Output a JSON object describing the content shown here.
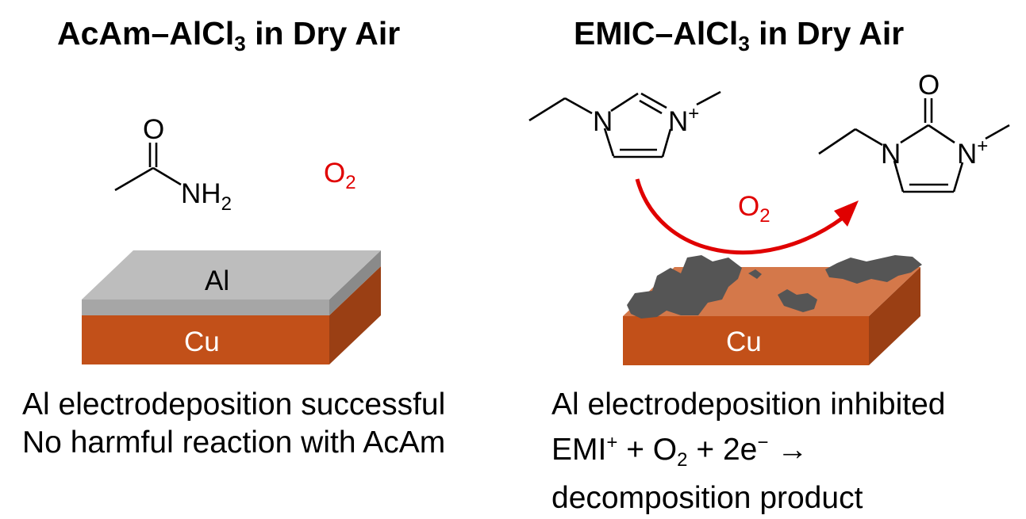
{
  "left_panel": {
    "title": "AcAm–AlCl",
    "title_sub": "3",
    "title_suffix": " in Dry Air",
    "molecule": {
      "o_label": "O",
      "nh_label": "NH",
      "nh_sub": "2"
    },
    "oxygen": {
      "label": "O",
      "sub": "2"
    },
    "layers": {
      "top_label": "Al",
      "bottom_label": "Cu"
    },
    "caption_line1": "Al electrodeposition successful",
    "caption_line2": "No harmful reaction with AcAm"
  },
  "right_panel": {
    "title": "EMIC–AlCl",
    "title_sub": "3",
    "title_suffix": " in Dry Air",
    "reactant": {
      "n1_label": "N",
      "n2_label": "N",
      "charge": "+"
    },
    "product": {
      "o_label": "O",
      "n1_label": "N",
      "n2_label": "N",
      "charge": "+"
    },
    "oxygen": {
      "label": "O",
      "sub": "2"
    },
    "layers": {
      "bottom_label": "Cu"
    },
    "caption_line1": "Al electrodeposition inhibited",
    "caption_eq_a": "EMI",
    "caption_eq_sup": "+",
    "caption_eq_b": " + O",
    "caption_eq_sub": "2",
    "caption_eq_c": " + 2e",
    "caption_eq_sup2": "−",
    "caption_eq_d": " →",
    "caption_line3": "decomposition product"
  },
  "colors": {
    "copper_front": "#c25019",
    "copper_top": "#d4784a",
    "copper_side": "#9a3f14",
    "al_top": "#bdbdbd",
    "al_front": "#a6a6a6",
    "al_side": "#8a8a8a",
    "deposit": "#555555",
    "arrow": "#e00000"
  }
}
